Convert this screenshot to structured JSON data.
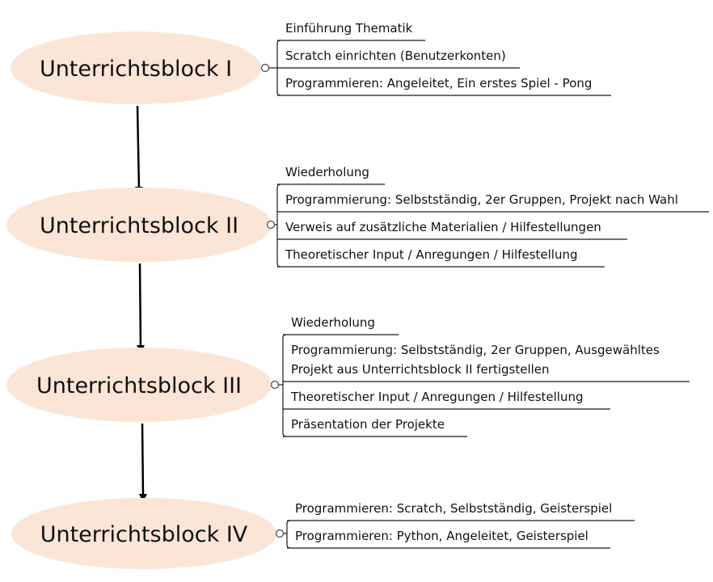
{
  "colors": {
    "block_fill": "#fbe5d6",
    "text": "#111111",
    "lines": "#1a1a1a"
  },
  "blocks": [
    {
      "label": "Unterrichtsblock I",
      "items": [
        "Einführung Thematik",
        "Scratch einrichten (Benutzerkonten)",
        "Programmieren: Angeleitet, Ein erstes Spiel - Pong"
      ]
    },
    {
      "label": "Unterrichtsblock II",
      "items": [
        "Wiederholung",
        "Programmierung: Selbstständig, 2er Gruppen, Projekt nach Wahl",
        "Verweis auf zusätzliche Materialien / Hilfestellungen",
        "Theoretischer Input / Anregungen / Hilfestellung"
      ]
    },
    {
      "label": "Unterrichtsblock III",
      "items": [
        "Wiederholung",
        "Programmierung: Selbstständig, 2er Gruppen, Ausgewähltes\nProjekt aus Unterrichtsblock II fertigstellen",
        "Theoretischer Input / Anregungen / Hilfestellung",
        "Präsentation der Projekte"
      ]
    },
    {
      "label": "Unterrichtsblock IV",
      "items": [
        "Programmieren: Scratch, Selbstständig, Geisterspiel",
        "Programmieren: Python, Angeleitet, Geisterspiel"
      ]
    }
  ]
}
